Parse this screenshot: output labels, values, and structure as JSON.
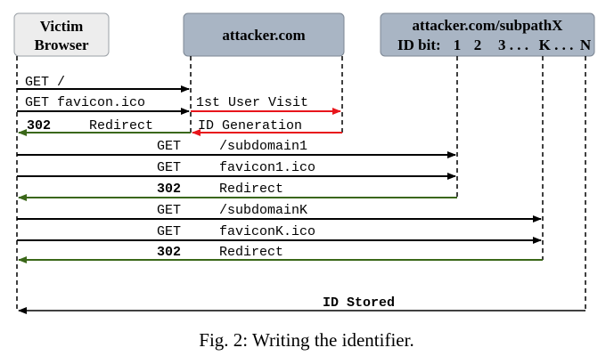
{
  "participants": {
    "victim": {
      "line1": "Victim",
      "line2": "Browser"
    },
    "attacker": {
      "label": "attacker.com"
    },
    "subpath": {
      "line1": "attacker.com/subpathX",
      "id_label": "ID bit:",
      "bits": [
        "1",
        "2",
        "3 . . .",
        "K . . .",
        "N"
      ]
    }
  },
  "colors": {
    "black": "#000000",
    "red": "#e8151b",
    "green": "#3a6718",
    "box_light": "#ededed",
    "box_blue": "#a9b5c4"
  },
  "messages": {
    "m1": "GET /",
    "m2": "GET favicon.ico",
    "m3_code": "302",
    "m3_text": "Redirect",
    "first_visit": "1st User Visit",
    "id_generation": "ID Generation",
    "m4_method": "GET",
    "m4_path": "/subdomain1",
    "m5_method": "GET",
    "m5_path": "favicon1.ico",
    "m6_code": "302",
    "m6_text": "Redirect",
    "m7_method": "GET",
    "m7_path": "/subdomainK",
    "m8_method": "GET",
    "m8_path": "faviconK.ico",
    "m9_code": "302",
    "m9_text": "Redirect",
    "id_stored": "ID Stored"
  },
  "caption": "Fig. 2: Writing the identifier."
}
